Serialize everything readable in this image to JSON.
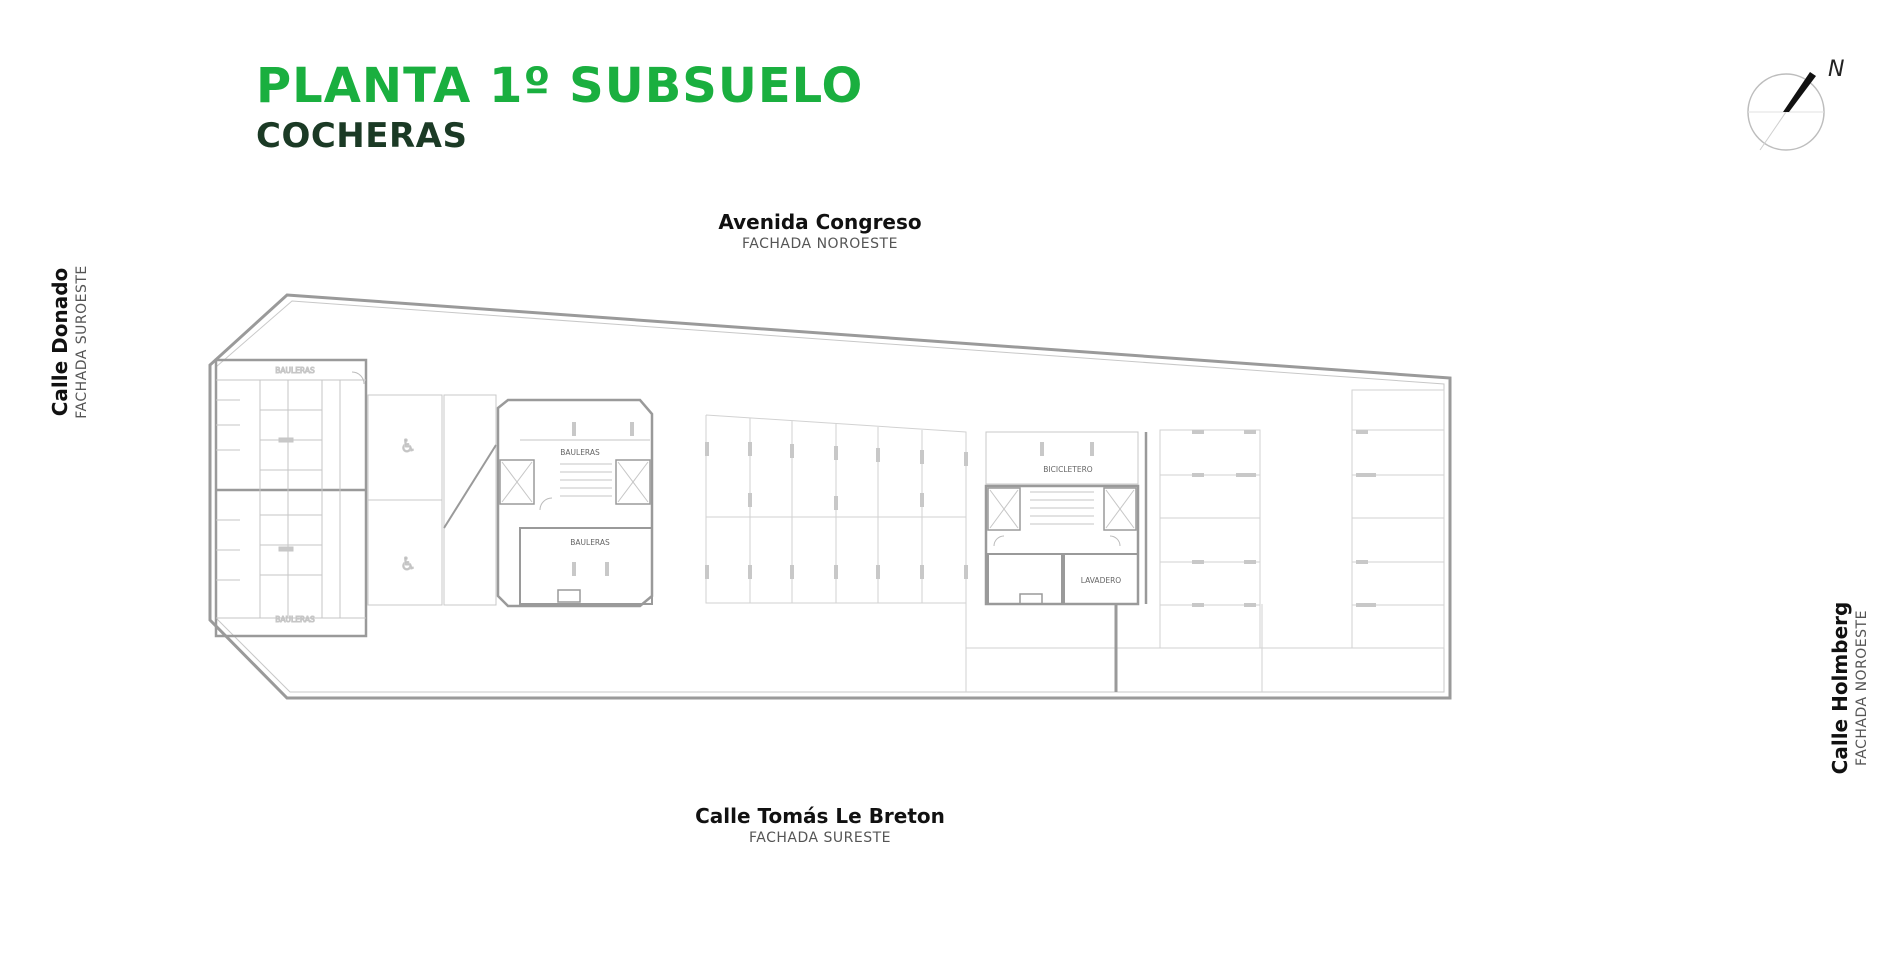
{
  "header": {
    "title": "PLANTA 1º SUBSUELO",
    "subtitle": "COCHERAS"
  },
  "compass": {
    "label": "N"
  },
  "streets": {
    "top": {
      "name": "Avenida Congreso",
      "facade": "FACHADA NOROESTE"
    },
    "bottom": {
      "name": "Calle Tomás Le Breton",
      "facade": "FACHADA SURESTE"
    },
    "left": {
      "name": "Calle Donado",
      "facade": "FACHADA SUROESTE"
    },
    "right": {
      "name": "Calle Holmberg",
      "facade": "FACHADA NOROESTE"
    }
  },
  "rooms": {
    "bauleras_top_left": "BAULERAS",
    "bauleras_bottom_left": "BAULERAS",
    "bauleras_core_top": "BAULERAS",
    "bauleras_core_bottom": "BAULERAS",
    "bicicletero": "BICICLETERO",
    "lavadero": "LAVADERO"
  },
  "colors": {
    "title": "#1aaf3f",
    "subtitle": "#1b3a25",
    "walls": "#9a9a9a",
    "lines": "#cfcfcf"
  }
}
